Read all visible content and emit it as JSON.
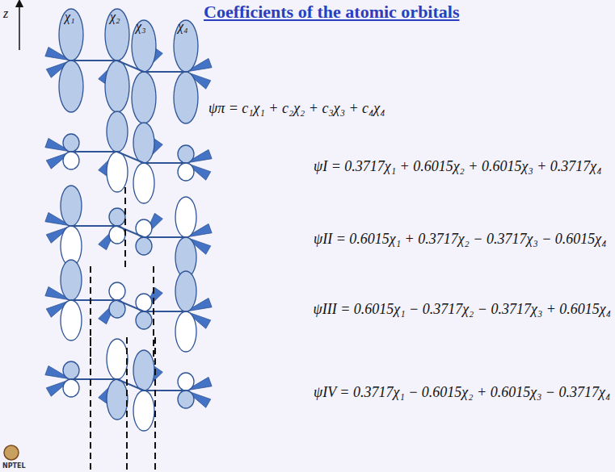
{
  "diagram": {
    "title": "Coefficients of the atomic orbitals",
    "labels": [
      "z",
      "χ₁",
      "χ₂",
      "χ₃",
      "χ₄",
      "ψπ = c₁χ₁ + c₂χ₂ + c₃χ₃ + c₄χ₄",
      "ψI = 0.3717χ₁ + 0.6015χ₂ + 0.6015χ₃ + 0.3717χ₄",
      "ψII = 0.6015χ₁ + 0.3717χ₂ − 0.3717χ₃ − 0.6015χ₄",
      "ψIII = 0.6015χ₁ − 0.3717χ₂ − 0.3717χ₃ + 0.6015χ₄",
      "ψIV = 0.3717χ₁ − 0.6015χ₂ + 0.6015χ₃ − 0.3717χ₄",
      "NPTEL"
    ]
  }
}
